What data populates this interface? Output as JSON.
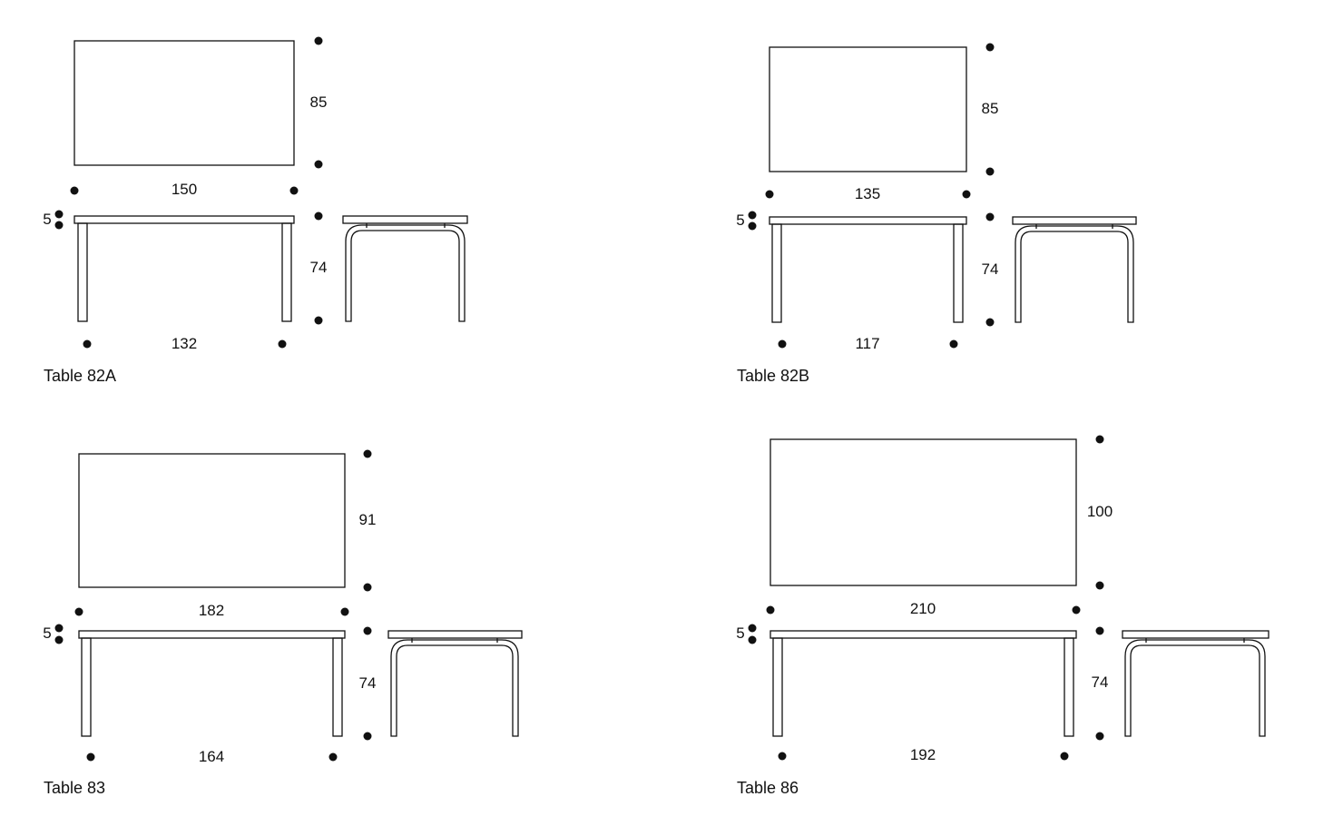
{
  "tables": [
    {
      "name": "Table 82A",
      "top_length": "150",
      "top_depth": "85",
      "top_thickness": "5",
      "height": "74",
      "leg_span": "132"
    },
    {
      "name": "Table 82B",
      "top_length": "135",
      "top_depth": "85",
      "top_thickness": "5",
      "height": "74",
      "leg_span": "117"
    },
    {
      "name": "Table 83",
      "top_length": "182",
      "top_depth": "91",
      "top_thickness": "5",
      "height": "74",
      "leg_span": "164"
    },
    {
      "name": "Table 86",
      "top_length": "210",
      "top_depth": "100",
      "top_thickness": "5",
      "height": "74",
      "leg_span": "192"
    }
  ],
  "colors": {
    "line": "#111111",
    "background": "#ffffff"
  }
}
